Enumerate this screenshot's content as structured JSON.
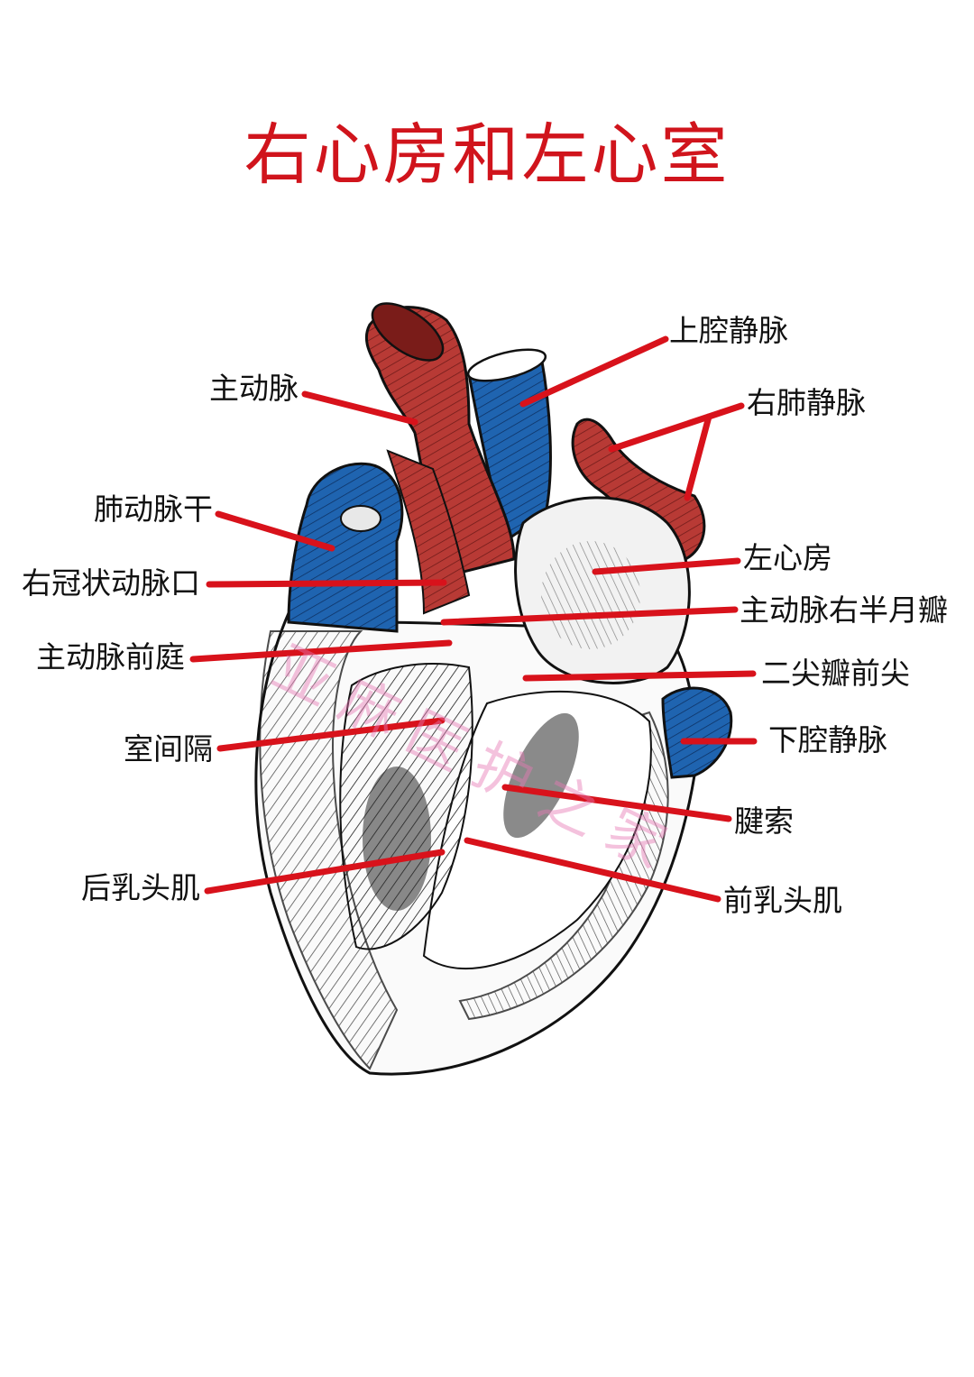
{
  "title": "右心房和左心室",
  "colors": {
    "title": "#d0141c",
    "artery": "#b83a35",
    "vein": "#1f64b0",
    "leader_line": "#d8121b"
  },
  "labels": {
    "superior_vena_cava": "上腔静脉",
    "aorta": "主动脉",
    "right_pulmonary_vein": "右肺静脉",
    "pulmonary_trunk": "肺动脉干",
    "left_atrium": "左心房",
    "right_coronary_orifice": "右冠状动脉口",
    "aortic_right_semilunar_valve": "主动脉右半月瓣",
    "aortic_vestibule": "主动脉前庭",
    "mitral_anterior_cusp": "二尖瓣前尖",
    "inferior_vena_cava": "下腔静脉",
    "interventricular_septum": "室间隔",
    "chordae_tendineae": "腱索",
    "posterior_papillary_muscle": "后乳头肌",
    "anterior_papillary_muscle": "前乳头肌"
  },
  "watermark": "亚麻医护之家"
}
